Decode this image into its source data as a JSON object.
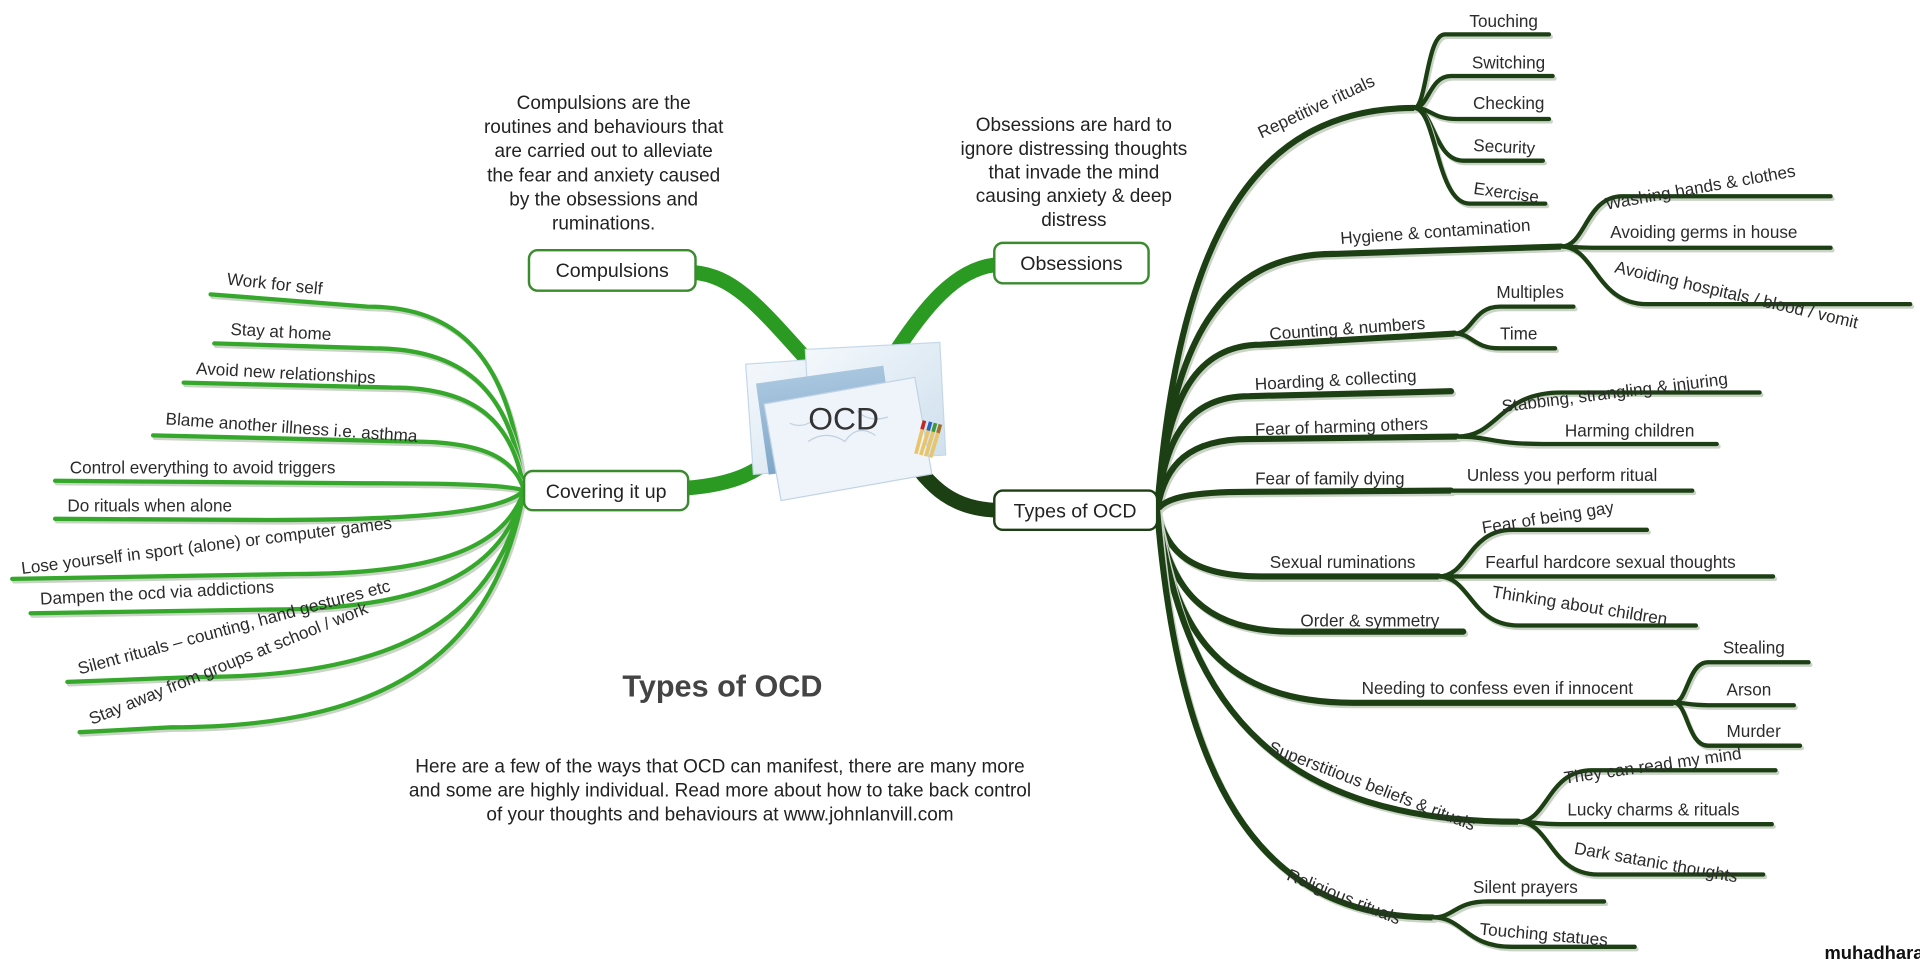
{
  "center": {
    "label": "OCD",
    "icon": "folder-mindmap-icon"
  },
  "colors": {
    "types_branch": "#1d3f14",
    "covering_branch": "#35a82c",
    "box_border": "#3a8a2e"
  },
  "compulsions": {
    "label": "Compulsions",
    "description": [
      "Compulsions are the",
      "routines and behaviours that",
      "are carried out to alleviate",
      "the fear and anxiety caused",
      "by the obsessions and",
      "ruminations."
    ]
  },
  "obsessions": {
    "label": "Obsessions",
    "description": [
      "Obsessions are hard to",
      "ignore distressing thoughts",
      "that invade the mind",
      "causing anxiety & deep",
      "distress"
    ]
  },
  "covering": {
    "label": "Covering it up",
    "items": [
      "Work for self",
      "Stay at home",
      "Avoid new relationships",
      "Blame another illness i.e. asthma",
      "Control everything to avoid triggers",
      "Do rituals when alone",
      "Lose yourself in sport (alone) or computer games",
      "Dampen the ocd via addictions",
      "Silent rituals – counting, hand gestures etc",
      "Stay away from groups at school / work"
    ]
  },
  "types": {
    "label": "Types of OCD",
    "items": [
      {
        "label": "Repetitive rituals",
        "children": [
          "Touching",
          "Switching",
          "Checking",
          "Security",
          "Exercise"
        ]
      },
      {
        "label": "Hygiene & contamination",
        "children": [
          "Washing hands & clothes",
          "Avoiding germs in house",
          "Avoiding hospitals / blood / vomit"
        ]
      },
      {
        "label": "Counting & numbers",
        "children": [
          "Multiples",
          "Time"
        ]
      },
      {
        "label": "Hoarding & collecting",
        "children": []
      },
      {
        "label": "Fear of harming others",
        "children": [
          "Stabbing, strangling & injuring",
          "Harming children"
        ]
      },
      {
        "label": "Fear of family dying",
        "children": [
          "Unless you perform ritual"
        ]
      },
      {
        "label": "Sexual ruminations",
        "children": [
          "Fear of being gay",
          "Fearful hardcore sexual thoughts",
          "Thinking about children"
        ]
      },
      {
        "label": "Order & symmetry",
        "children": []
      },
      {
        "label": "Needing to confess even if innocent",
        "children": [
          "Stealing",
          "Arson",
          "Murder"
        ]
      },
      {
        "label": "Superstitious beliefs & rituals",
        "children": [
          "They can read my mind",
          "Lucky charms & rituals",
          "Dark satanic thoughts"
        ]
      },
      {
        "label": "Religious rituals",
        "children": [
          "Silent prayers",
          "Touching statues"
        ]
      }
    ]
  },
  "footer": {
    "heading": "Types of OCD",
    "text": [
      "Here are a few of the ways that OCD can manifest, there are many more",
      "and some are highly individual. Read more about how to take back control",
      "of your thoughts and behaviours at www.johnlanvill.com"
    ]
  },
  "watermark": "muhadharaty.com"
}
